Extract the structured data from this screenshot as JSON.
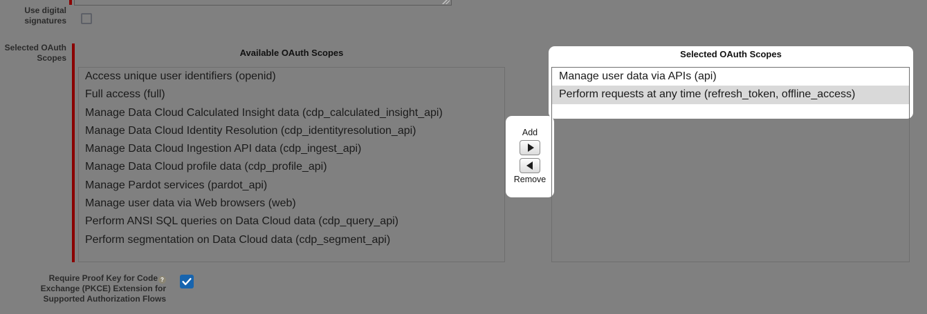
{
  "form": {
    "digital_signatures": {
      "label": "Use digital signatures",
      "checked": false
    },
    "scopes": {
      "label": "Selected OAuth Scopes",
      "available_title": "Available OAuth Scopes",
      "selected_title": "Selected OAuth Scopes",
      "available_options": [
        "Access unique user identifiers (openid)",
        "Full access (full)",
        "Manage Data Cloud Calculated Insight data (cdp_calculated_insight_api)",
        "Manage Data Cloud Identity Resolution (cdp_identityresolution_api)",
        "Manage Data Cloud Ingestion API data (cdp_ingest_api)",
        "Manage Data Cloud profile data (cdp_profile_api)",
        "Manage Pardot services (pardot_api)",
        "Manage user data via Web browsers (web)",
        "Perform ANSI SQL queries on Data Cloud data (cdp_query_api)",
        "Perform segmentation on Data Cloud data (cdp_segment_api)"
      ],
      "selected_options": [
        {
          "label": "Manage user data via APIs (api)",
          "selected": false
        },
        {
          "label": "Perform requests at any time (refresh_token, offline_access)",
          "selected": true
        }
      ],
      "add_label": "Add",
      "remove_label": "Remove",
      "add_icon": "triangle-right-icon",
      "remove_icon": "triangle-left-icon"
    },
    "pkce": {
      "label_line1": "Require Proof Key for Code",
      "label_line2": "Exchange (PKCE) Extension for",
      "label_line3": "Supported Authorization Flows",
      "help_icon": "?",
      "checked": true
    }
  },
  "colors": {
    "page_background": "#808080",
    "required_marker": "#8b0000",
    "checkbox_checked": "#1764ae",
    "selected_row": "#d9d9d9",
    "popup_background": "#ffffff"
  }
}
